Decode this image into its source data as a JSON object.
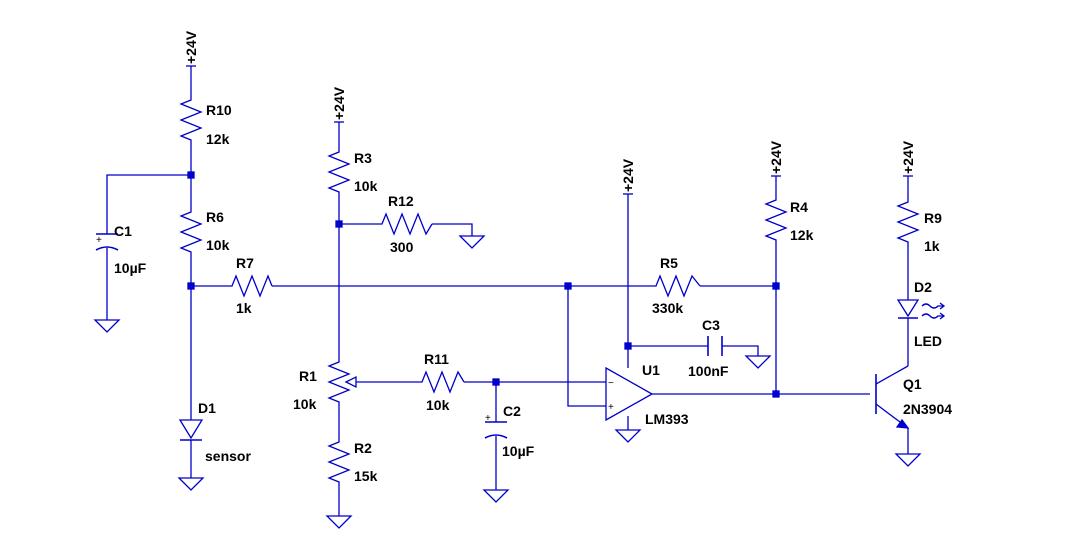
{
  "supply_label": "+24V",
  "opamp_input_signs": {
    "minus": "−",
    "plus": "+"
  },
  "capacitor_polarity_mark": "+",
  "components": {
    "r10": {
      "ref": "R10",
      "value": "12k"
    },
    "r6": {
      "ref": "R6",
      "value": "10k"
    },
    "r7": {
      "ref": "R7",
      "value": "1k"
    },
    "r3": {
      "ref": "R3",
      "value": "10k"
    },
    "r12": {
      "ref": "R12",
      "value": "300"
    },
    "r1": {
      "ref": "R1",
      "value": "10k"
    },
    "r2": {
      "ref": "R2",
      "value": "15k"
    },
    "r11": {
      "ref": "R11",
      "value": "10k"
    },
    "r5": {
      "ref": "R5",
      "value": "330k"
    },
    "r4": {
      "ref": "R4",
      "value": "12k"
    },
    "r9": {
      "ref": "R9",
      "value": "1k"
    },
    "c1": {
      "ref": "C1",
      "value": "10µF"
    },
    "c2": {
      "ref": "C2",
      "value": "10µF"
    },
    "c3": {
      "ref": "C3",
      "value": "100nF"
    },
    "d1": {
      "ref": "D1",
      "value": "sensor"
    },
    "d2": {
      "ref": "D2",
      "value": "LED"
    },
    "u1": {
      "ref": "U1",
      "value": "LM393"
    },
    "q1": {
      "ref": "Q1",
      "value": "2N3904"
    }
  },
  "colors": {
    "wire": "#0000cc",
    "text": "#000000",
    "background": "#ffffff"
  }
}
